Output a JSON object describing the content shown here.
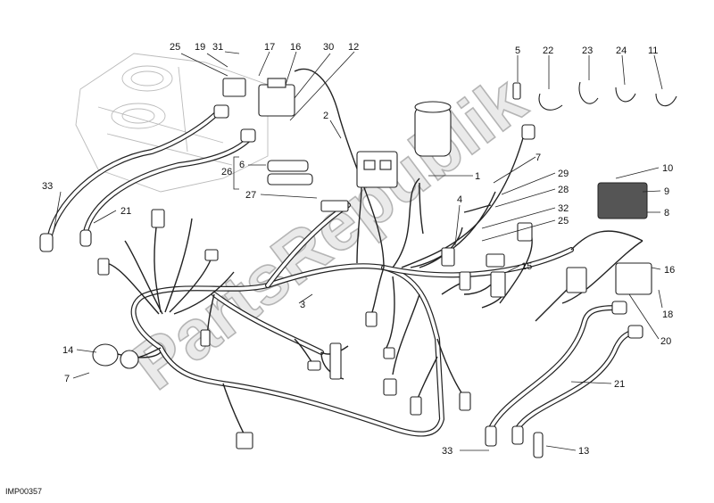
{
  "diagram_code": "IMP00357",
  "watermark_text": "PartsRepublik",
  "callouts": [
    {
      "id": "c25a",
      "label": "25"
    },
    {
      "id": "c19",
      "label": "19"
    },
    {
      "id": "c31",
      "label": "31"
    },
    {
      "id": "c17",
      "label": "17"
    },
    {
      "id": "c16a",
      "label": "16"
    },
    {
      "id": "c30",
      "label": "30"
    },
    {
      "id": "c12",
      "label": "12"
    },
    {
      "id": "c5",
      "label": "5"
    },
    {
      "id": "c22",
      "label": "22"
    },
    {
      "id": "c23",
      "label": "23"
    },
    {
      "id": "c24",
      "label": "24"
    },
    {
      "id": "c11",
      "label": "11"
    },
    {
      "id": "c2",
      "label": "2"
    },
    {
      "id": "c6",
      "label": "6"
    },
    {
      "id": "c26",
      "label": "26"
    },
    {
      "id": "c27",
      "label": "27"
    },
    {
      "id": "c1",
      "label": "1"
    },
    {
      "id": "c7a",
      "label": "7"
    },
    {
      "id": "c29",
      "label": "29"
    },
    {
      "id": "c28",
      "label": "28"
    },
    {
      "id": "c10",
      "label": "10"
    },
    {
      "id": "c9",
      "label": "9"
    },
    {
      "id": "c8",
      "label": "8"
    },
    {
      "id": "c4",
      "label": "4"
    },
    {
      "id": "c32",
      "label": "32"
    },
    {
      "id": "c25b",
      "label": "25"
    },
    {
      "id": "c33a",
      "label": "33"
    },
    {
      "id": "c21a",
      "label": "21"
    },
    {
      "id": "c15",
      "label": "15"
    },
    {
      "id": "c16b",
      "label": "16"
    },
    {
      "id": "c3",
      "label": "3"
    },
    {
      "id": "c18",
      "label": "18"
    },
    {
      "id": "c20",
      "label": "20"
    },
    {
      "id": "c14",
      "label": "14"
    },
    {
      "id": "c7b",
      "label": "7"
    },
    {
      "id": "c21b",
      "label": "21"
    },
    {
      "id": "c33b",
      "label": "33"
    },
    {
      "id": "c13",
      "label": "13"
    }
  ]
}
